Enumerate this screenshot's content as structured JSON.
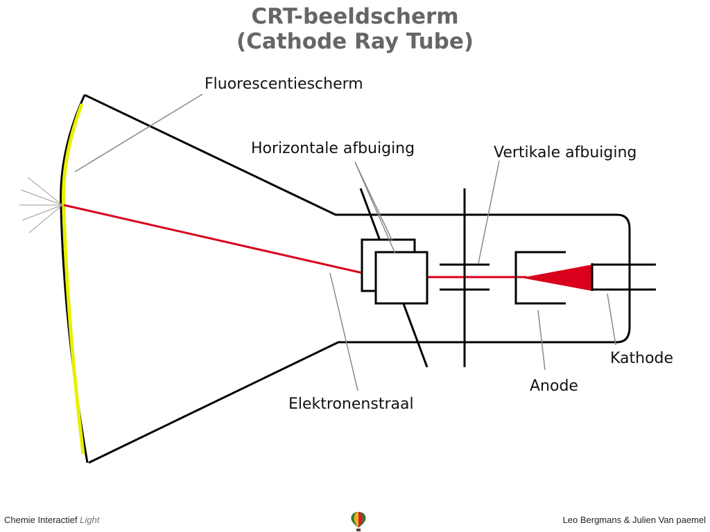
{
  "title": {
    "line1": "CRT-beeldscherm",
    "line2": "(Cathode Ray Tube)"
  },
  "labels": {
    "screen": "Fluorescentiescherm",
    "horizontal": "Horizontale afbuiging",
    "vertical": "Vertikale afbuiging",
    "beam": "Elektronenstraal",
    "anode": "Anode",
    "cathode": "Kathode"
  },
  "colors": {
    "screen": "#e8f000",
    "beam": "#d8001a",
    "beam_dashed": "#f0a000",
    "lines": "#000000",
    "leader": "#888888"
  },
  "footer": {
    "left_main": "Chemie Interactief",
    "left_light": "Light",
    "right": "Leo Bergmans & Julien Van paemel",
    "logo_icon": "balloon-icon"
  }
}
